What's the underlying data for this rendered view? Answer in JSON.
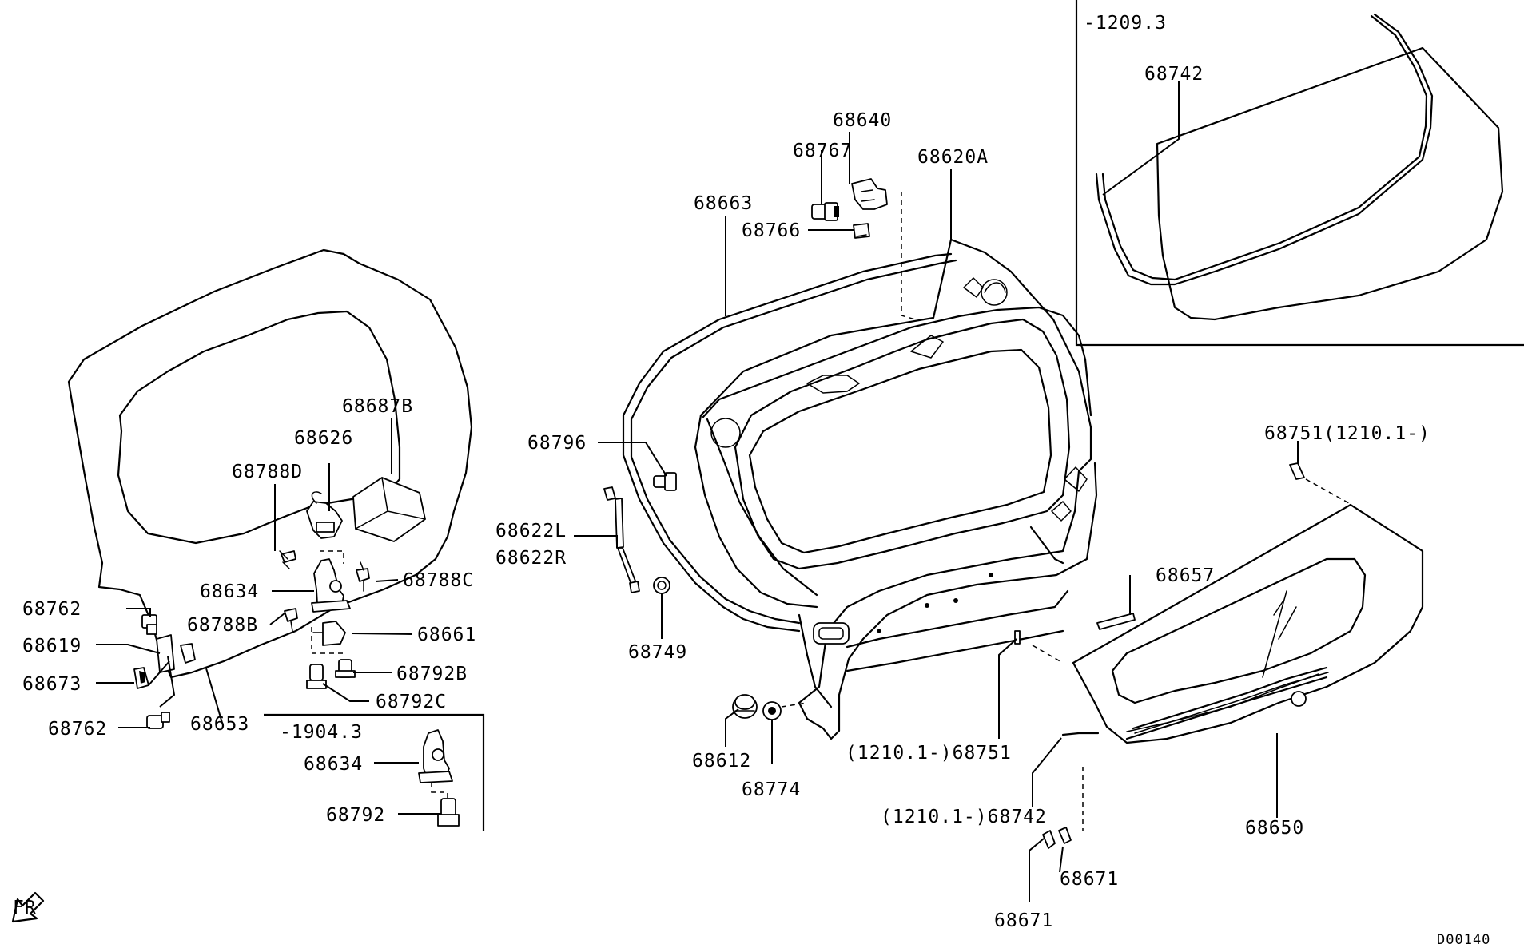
{
  "labels": {
    "l68687b": "68687B",
    "l68626": "68626",
    "l68788d": "68788D",
    "l68788c": "68788C",
    "l68634a": "68634",
    "l68762a": "68762",
    "l68619": "68619",
    "l68673": "68673",
    "l68762b": "68762",
    "l68653": "68653",
    "l68788b": "68788B",
    "l68661": "68661",
    "l68792b": "68792B",
    "l68792c": "68792C",
    "l1904": "-1904.3",
    "l68634b": "68634",
    "l68792": "68792",
    "l68640": "68640",
    "l68767": "68767",
    "l68663": "68663",
    "l68766": "68766",
    "l68620a": "68620A",
    "l68796": "68796",
    "l68622l": "68622L",
    "l68622r": "68622R",
    "l68749": "68749",
    "l68612": "68612",
    "l68774": "68774",
    "l1209": "-1209.3",
    "l68742a": "68742",
    "l68751a": "68751(1210.1-)",
    "l68657": "68657",
    "l68751b": "(1210.1-)68751",
    "l68742b": "(1210.1-)68742",
    "l68650": "68650",
    "l68671a": "68671",
    "l68671b": "68671",
    "fr": "FR",
    "code": "D00140"
  }
}
